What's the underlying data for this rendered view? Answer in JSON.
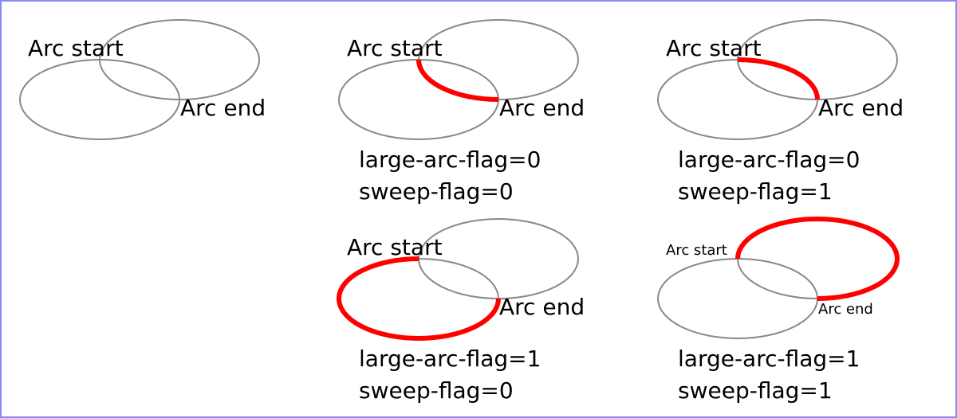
{
  "colors": {
    "border": "#8888ff",
    "ellipse_stroke": "#888888",
    "arc_stroke": "#ff0000",
    "text": "#000000",
    "background": "#ffffff"
  },
  "labels": {
    "arc_start": "Arc start",
    "arc_end": "Arc end"
  },
  "panels": [
    {
      "id": "base",
      "arc": null,
      "flag_lines": []
    },
    {
      "id": "l0s0",
      "arc": "small-lower",
      "flag_lines": [
        "large-arc-flag=0",
        "sweep-flag=0"
      ]
    },
    {
      "id": "l0s1",
      "arc": "small-upper",
      "flag_lines": [
        "large-arc-flag=0",
        "sweep-flag=1"
      ]
    },
    {
      "id": "l1s0",
      "arc": "large-lower",
      "flag_lines": [
        "large-arc-flag=1",
        "sweep-flag=0"
      ]
    },
    {
      "id": "l1s1",
      "arc": "large-upper",
      "flag_lines": [
        "large-arc-flag=1",
        "sweep-flag=1"
      ]
    }
  ]
}
